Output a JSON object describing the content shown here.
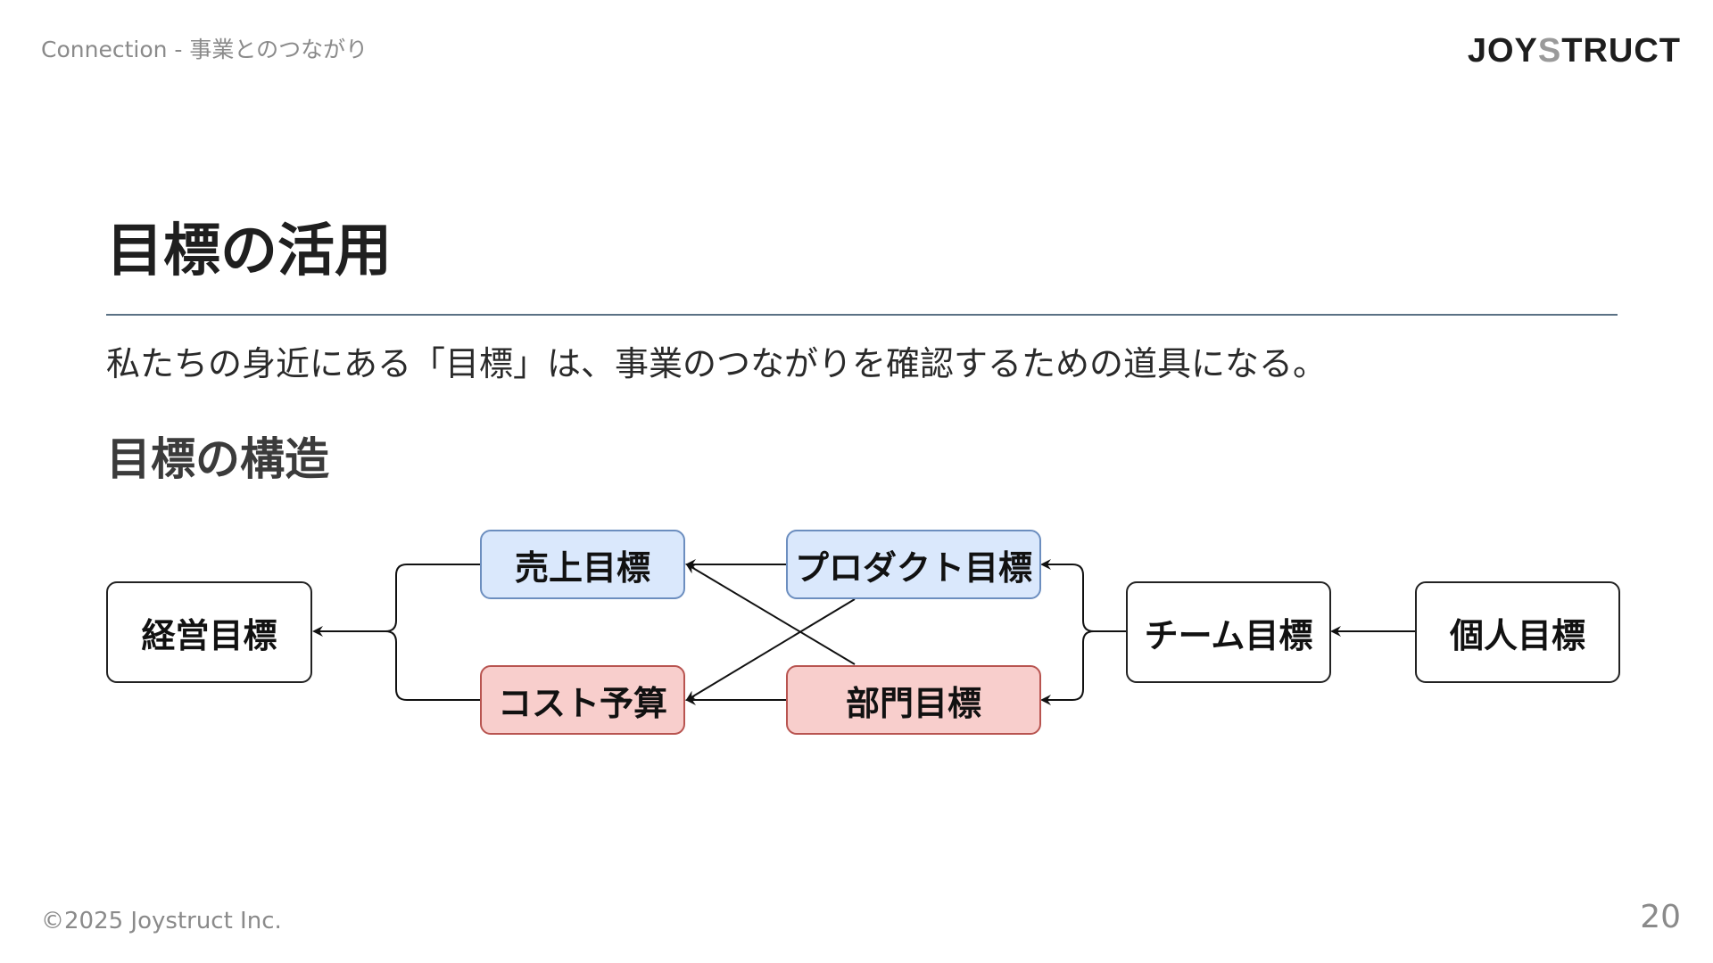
{
  "header": {
    "section_label": "Connection - 事業とのつながり",
    "logo_main": "JOY",
    "logo_accent": "S",
    "logo_tail": "TRUCT"
  },
  "slide": {
    "title": "目標の活用",
    "lead": "私たちの身近にある「目標」は、事業のつながりを確認するための道具になる。",
    "subheading": "目標の構造"
  },
  "diagram": {
    "nodes": {
      "management": "経営目標",
      "sales": "売上目標",
      "cost": "コスト予算",
      "product": "プロダクト目標",
      "department": "部門目標",
      "team": "チーム目標",
      "individual": "個人目標"
    },
    "colors": {
      "blue_fill": "#dae8fc",
      "blue_stroke": "#6c8ebf",
      "red_fill": "#f8cecc",
      "red_stroke": "#b85450",
      "line": "#111111"
    }
  },
  "footer": {
    "copyright": "©2025 Joystruct Inc.",
    "page_number": "20"
  }
}
